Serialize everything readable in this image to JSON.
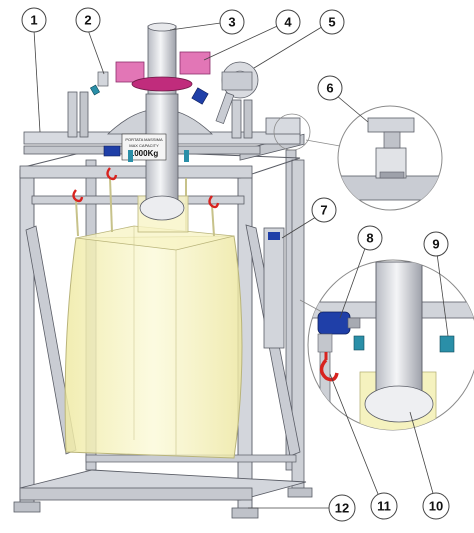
{
  "callouts": [
    {
      "id": "1",
      "label": "1"
    },
    {
      "id": "2",
      "label": "2"
    },
    {
      "id": "3",
      "label": "3"
    },
    {
      "id": "4",
      "label": "4"
    },
    {
      "id": "5",
      "label": "5"
    },
    {
      "id": "6",
      "label": "6"
    },
    {
      "id": "7",
      "label": "7"
    },
    {
      "id": "8",
      "label": "8"
    },
    {
      "id": "9",
      "label": "9"
    },
    {
      "id": "10",
      "label": "10"
    },
    {
      "id": "11",
      "label": "11"
    },
    {
      "id": "12",
      "label": "12"
    }
  ],
  "sign": {
    "line1": "PORTATA MASSIMA",
    "line2": "MAX CAPACITY",
    "line3": "1000Kg"
  },
  "colors": {
    "frame": "#c9ccd3",
    "frame_edge": "#5a5d66",
    "bag_fill": "#f6f3b8",
    "bag_edge": "#b9b47a",
    "pink_block": "#e276b6",
    "hook_red": "#d8231f",
    "valve_blue": "#1f3fa8",
    "teal": "#2a8fa8",
    "callout_stroke": "#444444"
  }
}
